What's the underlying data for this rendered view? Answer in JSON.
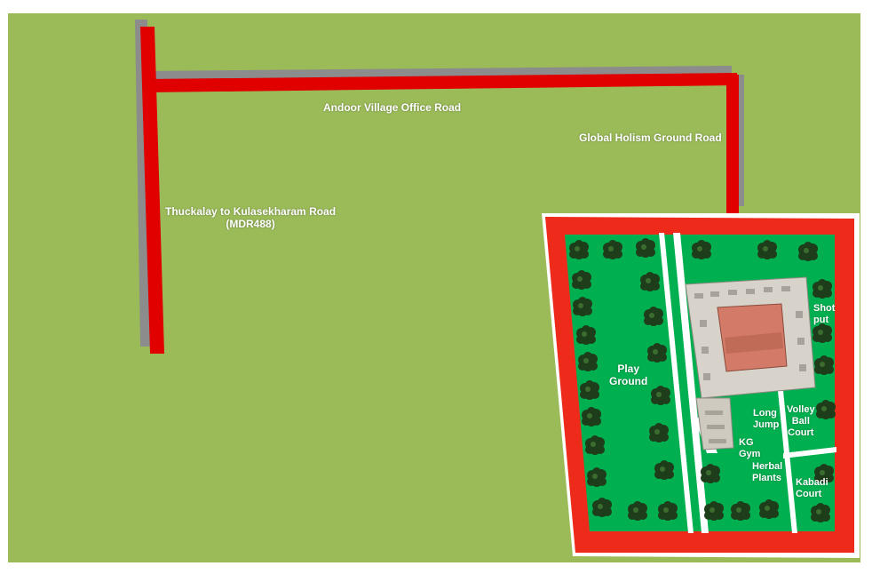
{
  "colors": {
    "land": "#9bbb59",
    "road": "#e00000",
    "road_shadow": "#8c8c8c",
    "campus_border": "#ee2a1b",
    "campus_field": "#00b050",
    "divider": "#ffffff",
    "tree": "#1e3d1a",
    "building_roof": "#d8d3ca",
    "courtyard_roof": "#d37a68"
  },
  "roads": {
    "top": "Andoor Village Office Road",
    "right": "Global Holism Ground Road",
    "left_line1": "Thuckalay to Kulasekharam Road",
    "left_line2": "(MDR488)"
  },
  "campus": {
    "play_ground": [
      "Play",
      "Ground"
    ],
    "shot_put": [
      "Shot",
      "put"
    ],
    "long_jump": [
      "Long",
      "Jump"
    ],
    "volley_ball": [
      "Volley",
      "Ball",
      "Court"
    ],
    "kg_gym": [
      "KG",
      "Gym"
    ],
    "herbal_plants": [
      "Herbal",
      "Plants"
    ],
    "kabadi_court": [
      "Kabadi",
      "Court"
    ]
  },
  "icons": {
    "tree": "tree-icon",
    "building": "school-building-icon"
  }
}
